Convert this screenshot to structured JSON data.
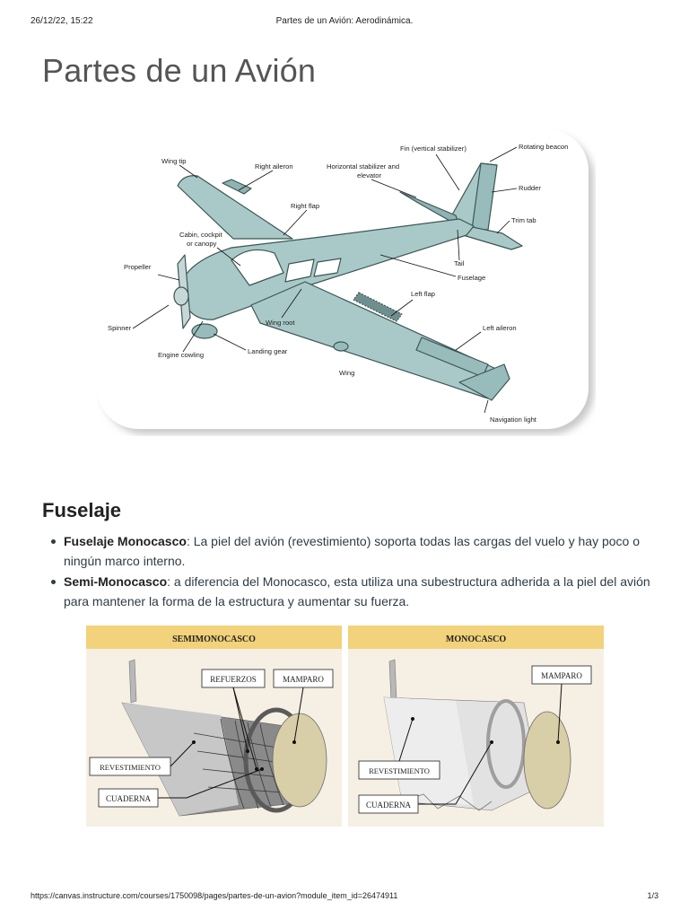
{
  "print_header": {
    "datetime": "26/12/22, 15:22",
    "title": "Partes de un Avión: Aerodinámica."
  },
  "page_title": "Partes de un Avión",
  "plane_diagram": {
    "labels": {
      "wing_tip": "Wing tip",
      "right_aileron": "Right aileron",
      "fin": "Fin (vertical stabilizer)",
      "rotating_beacon": "Rotating beacon",
      "horizontal_stabilizer_1": "Horizontal stabilizer and",
      "horizontal_stabilizer_2": "elevator",
      "rudder": "Rudder",
      "right_flap": "Right flap",
      "trim_tab": "Trim tab",
      "cabin_1": "Cabin, cockpit",
      "cabin_2": "or canopy",
      "propeller": "Propeller",
      "tail": "Tail",
      "fuselage": "Fuselage",
      "left_flap": "Left flap",
      "spinner": "Spinner",
      "wing_root": "Wing root",
      "left_aileron": "Left aileron",
      "engine_cowling": "Engine cowling",
      "landing_gear": "Landing gear",
      "wing": "Wing",
      "navigation_light": "Navigation light"
    }
  },
  "section": {
    "heading": "Fuselaje",
    "bullets": [
      {
        "term": "Fuselaje Monocasco",
        "text": ": La piel del avión (revestimiento) soporta todas las cargas del vuelo y hay poco o ningún marco interno."
      },
      {
        "term": "Semi-Monocasco",
        "text": ": a diferencia del Monocasco, esta utiliza una subestructura adherida a la piel del avión para mantener la forma de la estructura y aumentar su fuerza."
      }
    ]
  },
  "fuselage_images": {
    "semi": {
      "title": "SEMIMONOCASCO",
      "refuerzos": "REFUERZOS",
      "mamparo": "MAMPARO",
      "revestimiento": "REVESTIMIENTO",
      "cuaderna": "CUADERNA"
    },
    "mono": {
      "title": "MONOCASCO",
      "mamparo": "MAMPARO",
      "revestimiento": "REVESTIMIENTO",
      "cuaderna": "CUADERNA"
    }
  },
  "print_footer": {
    "url": "https://canvas.instructure.com/courses/1750098/pages/partes-de-un-avion?module_item_id=26474911",
    "page": "1/3"
  },
  "colors": {
    "plane_body": "#a9c9c9",
    "plane_stroke": "#3d5555",
    "panel_bg": "#f6efe3",
    "title_band": "#f2d27a"
  }
}
